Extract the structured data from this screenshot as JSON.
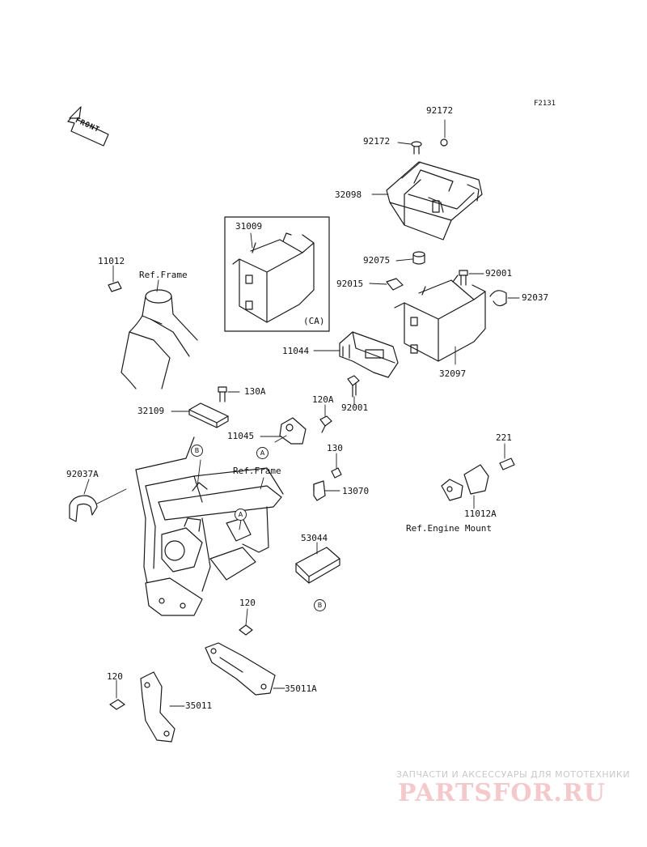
{
  "figure_code": "F2131",
  "front_arrow_text": "FRONT",
  "labels": {
    "p92172a": "92172",
    "p92172b": "92172",
    "p32098": "32098",
    "p31009": "31009",
    "ca": "(CA)",
    "p92075": "92075",
    "p92001a": "92001",
    "p92015": "92015",
    "p92037": "92037",
    "p11012": "11012",
    "ref_frame_top": "Ref.Frame",
    "p11044": "11044",
    "p32097": "32097",
    "p92001b": "92001",
    "p130a": "130A",
    "p120a": "120A",
    "p32109": "32109",
    "p11045": "11045",
    "p130": "130",
    "p221": "221",
    "p92037a": "92037A",
    "ref_frame_mid": "Ref.Frame",
    "p13070": "13070",
    "p11012a": "11012A",
    "ref_engine_mount": "Ref.Engine Mount",
    "p53044": "53044",
    "p120mid": "120",
    "p35011a": "35011A",
    "p120low": "120",
    "p35011": "35011"
  },
  "callouts": {
    "a1": "A",
    "a2": "A",
    "b1": "B",
    "b2": "B"
  },
  "watermark": {
    "tagline": "ЗАПЧАСТИ И АКСЕССУАРЫ ДЛЯ МОТОТЕХНИКИ",
    "logo": "PARTSFOR.RU"
  },
  "colors": {
    "line": "#1a1a1a",
    "watermark_logo": "#f4c9cc",
    "watermark_text": "#c9c9c9"
  }
}
